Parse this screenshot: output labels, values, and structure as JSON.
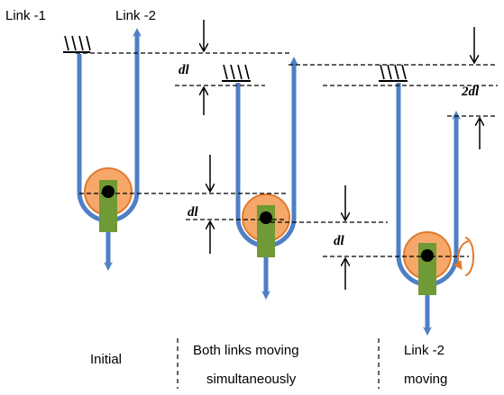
{
  "labels": {
    "link1": "Link -1",
    "link2": "Link -2",
    "dl": "dl",
    "two_dl": "2dl",
    "initial": "Initial",
    "both_line1": "Both links moving",
    "both_line2": "simultaneously",
    "link2_line1": "Link -2",
    "link2_line2": "moving"
  },
  "colors": {
    "cable": "#4f7fc4",
    "pulley_outer": "#f5a86a",
    "pulley_ring": "#e07a2e",
    "slider": "#6f9a35",
    "rotation_arrow": "#e07a2e"
  }
}
